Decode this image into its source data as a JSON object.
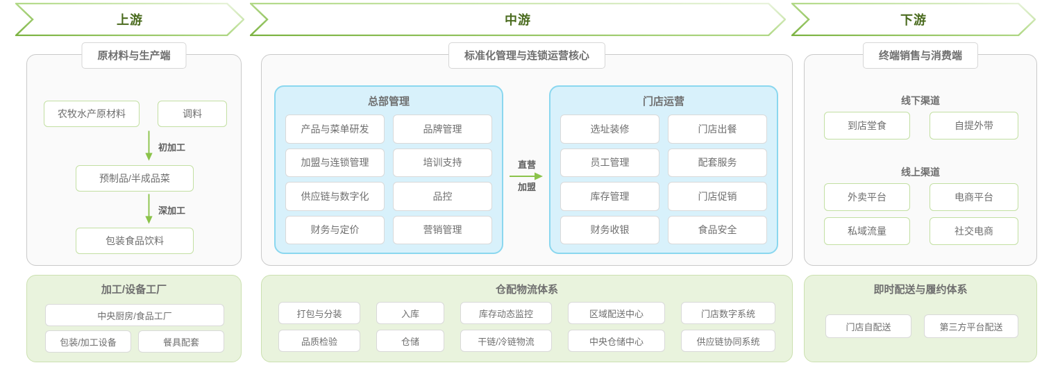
{
  "banners": [
    {
      "id": "upstream",
      "label": "上游"
    },
    {
      "id": "midstream",
      "label": "中游"
    },
    {
      "id": "downstream",
      "label": "下游"
    }
  ],
  "colors": {
    "banner_text": "#4a6b1e",
    "banner_stroke": "#8bc34a",
    "panel_bg": "#fafafa",
    "panel_border": "#c9c9c9",
    "green_box_border": "#c2dfa2",
    "blue_panel_bg": "#d8f1fb",
    "blue_panel_border": "#8ad7ef",
    "green_panel_bg": "#e9f3dd",
    "green_panel_border": "#cbe0b0",
    "arrow_green": "#8bc34a",
    "text": "#6e6e6e"
  },
  "upstream": {
    "panel_title": "原材料与生产端",
    "raw_material": "农牧水产原材料",
    "seasoning": "调料",
    "arrow1_label": "初加工",
    "semi_finished": "预制品/半成品菜",
    "arrow2_label": "深加工",
    "packaged": "包装食品饮料"
  },
  "midstream": {
    "panel_title": "标准化管理与连锁运营核心",
    "hq": {
      "title": "总部管理",
      "items": [
        "产品与菜单研发",
        "品牌管理",
        "加盟与连锁管理",
        "培训支持",
        "供应链与数字化",
        "品控",
        "财务与定价",
        "营销管理"
      ]
    },
    "connector": {
      "top_label": "直营",
      "bottom_label": "加盟"
    },
    "store": {
      "title": "门店运营",
      "items": [
        "选址装修",
        "门店出餐",
        "员工管理",
        "配套服务",
        "库存管理",
        "门店促销",
        "财务收银",
        "食品安全"
      ]
    }
  },
  "downstream": {
    "panel_title": "终端销售与消费端",
    "offline": {
      "heading": "线下渠道",
      "items": [
        "到店堂食",
        "自提外带"
      ]
    },
    "online": {
      "heading": "线上渠道",
      "items": [
        "外卖平台",
        "电商平台",
        "私域流量",
        "社交电商"
      ]
    }
  },
  "bottom": {
    "factory": {
      "title": "加工/设备工厂",
      "wide_item": "中央厨房/食品工厂",
      "items": [
        "包装/加工设备",
        "餐具配套"
      ]
    },
    "logistics": {
      "title": "仓配物流体系",
      "items": [
        "打包与分装",
        "入库",
        "库存动态监控",
        "区域配送中心",
        "门店数字系统",
        "品质检验",
        "仓储",
        "干链/冷链物流",
        "中央仓储中心",
        "供应链协同系统"
      ]
    },
    "delivery": {
      "title": "即时配送与履约体系",
      "items": [
        "门店自配送",
        "第三方平台配送"
      ]
    }
  }
}
